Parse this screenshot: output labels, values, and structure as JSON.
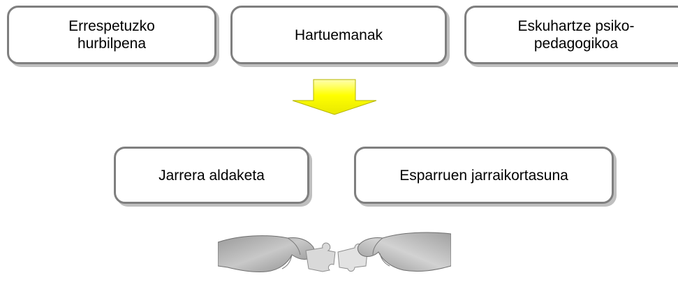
{
  "top_boxes": [
    {
      "label_lines": [
        "Errespetuzko",
        "hurbilpena"
      ]
    },
    {
      "label_lines": [
        "Hartuemanak"
      ]
    },
    {
      "label_lines": [
        "Eskuhartze psiko-",
        "pedagogikoa"
      ]
    }
  ],
  "bottom_boxes": [
    {
      "label_lines": [
        "Jarrera aldaketa"
      ]
    },
    {
      "label_lines": [
        "Esparruen jarraikortasuna"
      ]
    }
  ],
  "arrow": {
    "direction": "down",
    "fill_color": "#ffff00"
  },
  "image": {
    "description_name": "hands-joining-puzzle-pieces"
  },
  "colors": {
    "box_border": "#7f7f7f",
    "box_shadow": "#bfbfbf"
  }
}
